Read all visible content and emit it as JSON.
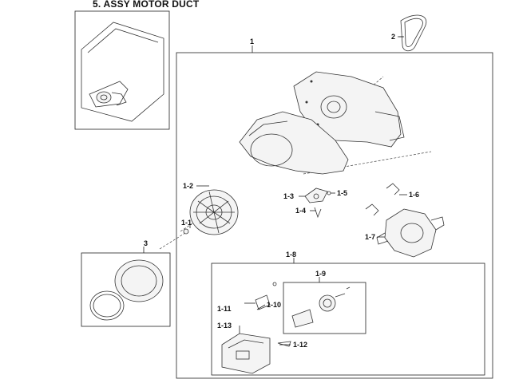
{
  "title": "5. ASSY MOTOR DUCT",
  "callouts": {
    "c1": "1",
    "c2": "2",
    "c3": "3",
    "c1_1": "1-1",
    "c1_2": "1-2",
    "c1_3": "1-3",
    "c1_4": "1-4",
    "c1_5": "1-5",
    "c1_6": "1-6",
    "c1_7": "1-7",
    "c1_8": "1-8",
    "c1_9": "1-9",
    "c1_10": "1-10",
    "c1_11": "1-11",
    "c1_12": "1-12",
    "c1_13": "1-13"
  }
}
